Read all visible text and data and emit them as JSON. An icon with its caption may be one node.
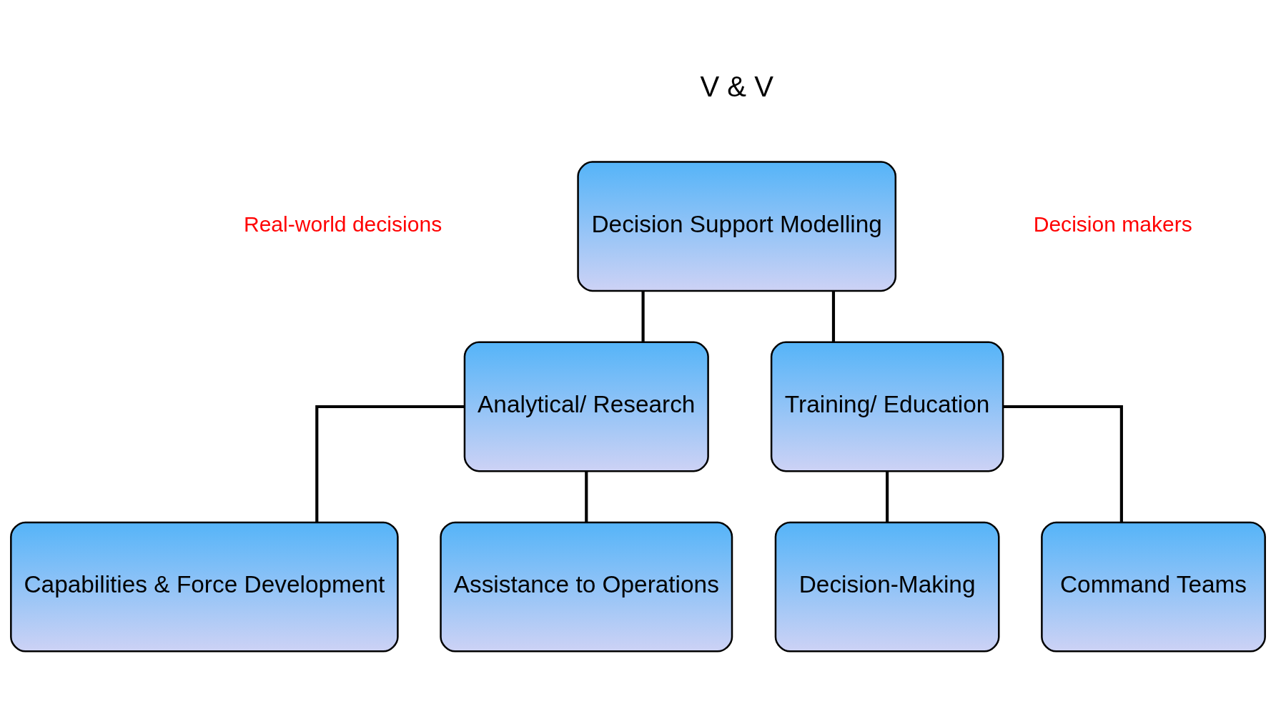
{
  "diagram": {
    "nodes": [
      {
        "text": [
          "Decision Support Modelling"
        ]
      },
      {
        "text": [
          "Analytical/ Research"
        ]
      },
      {
        "text": [
          "Training/ Education"
        ]
      },
      {
        "text": [
          "Capabilities & Force Development"
        ]
      },
      {
        "text": [
          "Assistance to Operations"
        ]
      },
      {
        "text": [
          "Decision-Making"
        ]
      },
      {
        "text": [
          "Command Teams"
        ]
      }
    ],
    "edges": [
      {
        "from": 0,
        "to": 1,
        "arrow": "none"
      },
      {
        "from": 0,
        "to": 2,
        "arrow": "none"
      },
      {
        "from": 1,
        "to": 3,
        "arrow": "none"
      },
      {
        "from": 1,
        "to": 4,
        "arrow": "none"
      },
      {
        "from": 2,
        "to": 5,
        "arrow": "none"
      },
      {
        "from": 2,
        "to": 6,
        "arrow": "none"
      }
    ],
    "labels": [
      "V & V",
      "Real-world decisions",
      "Decision makers"
    ]
  }
}
